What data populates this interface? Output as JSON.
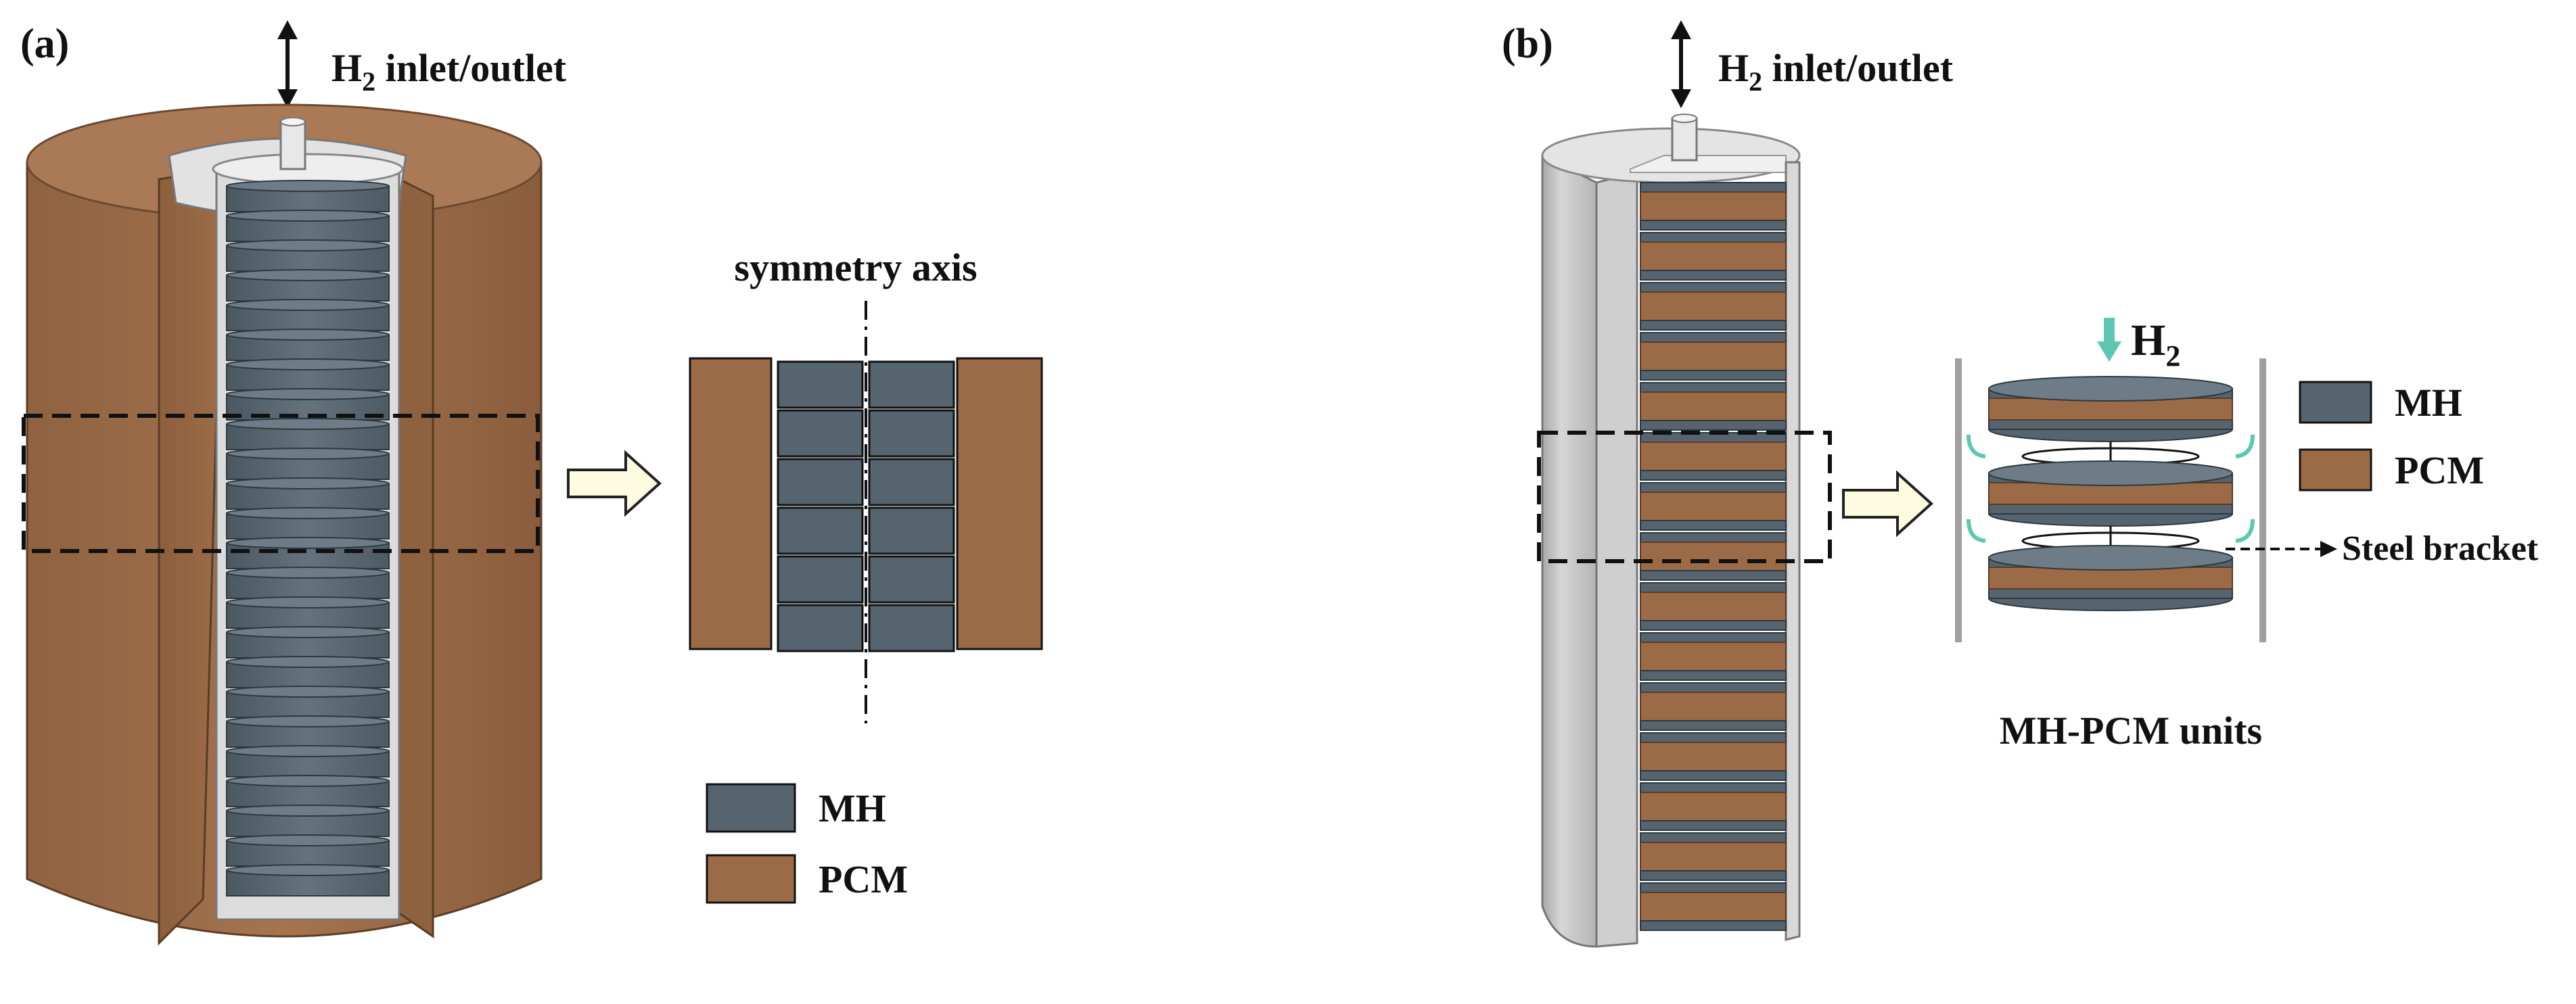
{
  "panel_a": {
    "label": "(a)",
    "inlet_label_main": "H",
    "inlet_label_sub": "2",
    "inlet_label_rest": " inlet/outlet",
    "symmetry_label": "symmetry axis",
    "legend": [
      {
        "text": "MH",
        "color": "#55646e"
      },
      {
        "text": "PCM",
        "color": "#9b6b47"
      }
    ]
  },
  "panel_b": {
    "label": "(b)",
    "inlet_label_main": "H",
    "inlet_label_sub": "2",
    "inlet_label_rest": " inlet/outlet",
    "h2_main": "H",
    "h2_sub": "2",
    "steel_bracket_label": "Steel bracket",
    "units_label": "MH-PCM units",
    "legend": [
      {
        "text": "MH",
        "color": "#55646e"
      },
      {
        "text": "PCM",
        "color": "#9b6b47"
      }
    ]
  },
  "colors": {
    "mh": "#55646e",
    "mh_light": "#6d7c86",
    "pcm": "#9b6b47",
    "pcm_dark": "#7a5234",
    "shell": "#bdbdbd",
    "arrow_fill": "#fdfbe0",
    "teal": "#5cc8b4"
  }
}
